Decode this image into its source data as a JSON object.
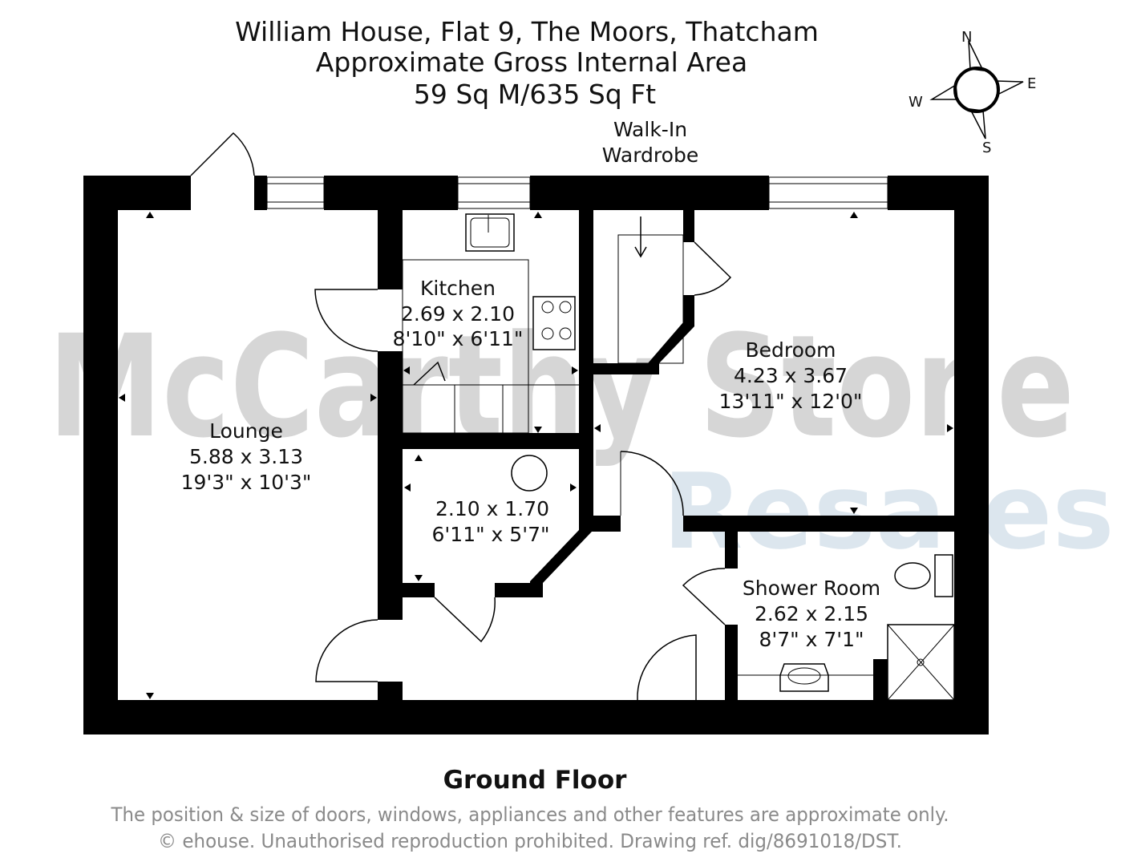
{
  "header": {
    "line1": "William House, Flat 9, The Moors, Thatcham",
    "line2": "Approximate Gross Internal Area",
    "line3": "59 Sq M/635 Sq Ft"
  },
  "compass": {
    "n": "N",
    "e": "E",
    "s": "S",
    "w": "W"
  },
  "watermark": {
    "line1": "McCarthy Stone",
    "line2": "Resales",
    "color1": "#d6d6d6",
    "color2": "#dce6ee"
  },
  "rooms": {
    "lounge": {
      "name": "Lounge",
      "metric": "5.88 x 3.13",
      "imperial": "19'3\" x 10'3\""
    },
    "kitchen": {
      "name": "Kitchen",
      "metric": "2.69 x 2.10",
      "imperial": "8'10\" x 6'11\""
    },
    "walkin": {
      "name_line1": "Walk-In",
      "name_line2": "Wardrobe"
    },
    "bedroom": {
      "name": "Bedroom",
      "metric": "4.23 x 3.67",
      "imperial": "13'11\" x 12'0\""
    },
    "store": {
      "metric": "2.10 x 1.70",
      "imperial": "6'11\" x 5'7\""
    },
    "shower": {
      "name": "Shower Room",
      "metric": "2.62 x 2.15",
      "imperial": "8'7\" x 7'1\""
    }
  },
  "floor_label": "Ground Floor",
  "footer": {
    "line1": "The position & size of doors, windows, appliances and other features are approximate only.",
    "line2": "© ehouse. Unauthorised reproduction prohibited. Drawing ref. dig/8691018/DST."
  }
}
